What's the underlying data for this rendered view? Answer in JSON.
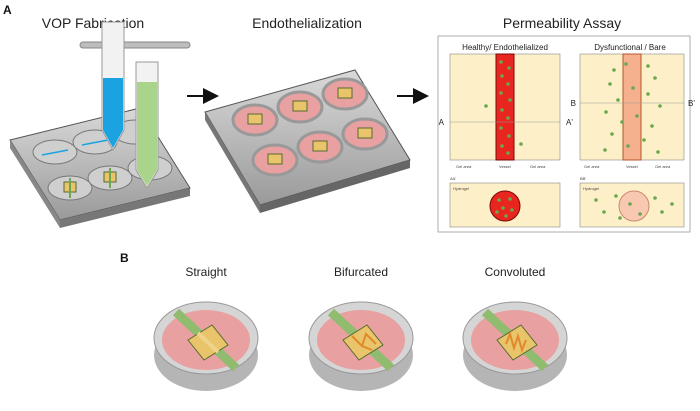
{
  "panels": {
    "a": "A",
    "b": "B"
  },
  "steps": [
    "VOP Fabrication",
    "Endothelialization",
    "Permeability Assay"
  ],
  "assay": {
    "healthy_title": "Healthy/ Endothelialized",
    "dysfunctional_title": "Dysfunctional / Bare",
    "section_a": "A",
    "section_a_prime": "A'",
    "section_b": "B",
    "section_b_prime": "B'",
    "gel_area": "Gel area",
    "vessel": "Vessel",
    "cross_a": "AA'",
    "cross_b": "BB'",
    "hydrogel": "Hydrogel"
  },
  "geometries": [
    "Straight",
    "Bifurcated",
    "Convoluted"
  ],
  "colors": {
    "gel": "#fdf0c8",
    "vessel_healthy": "#e8251f",
    "vessel_bare": "#f5b08d",
    "particle": "#6aa84f",
    "tube_blue": "#1aa3e0",
    "tube_green": "#a9d48a",
    "well_fill": "#e8a0a0",
    "chip": "#e9c46a"
  }
}
